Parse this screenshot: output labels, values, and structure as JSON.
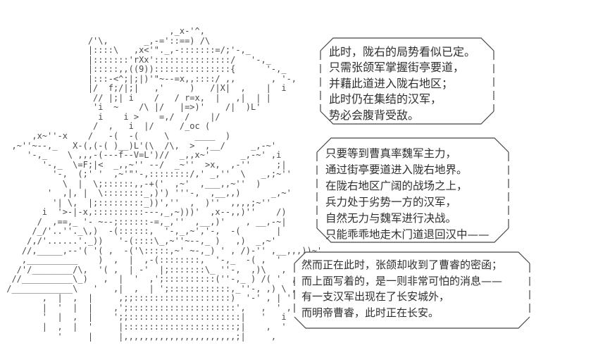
{
  "scene": {
    "background_color": "#ffffff",
    "ink_color": "#2e2e2e",
    "art_color": "#4a4a4a"
  },
  "ascii_art": {
    "description": "ascii-art-warrior-character",
    "lines": [
      "                                 ,_x-'^,",
      "                 /'\\,       _,-='::==) /\\",
      "                 |::::\\   ,x<'\"._,-:::::::=/;'-,_",
      "                 |:::::::'rXx':::::::::::::::/   '-,_",
      "                 |:::::,,((9)):::::::::::::::{      '-,_",
      "                 |:::-<^;|;|)'\"~--=x,,::::/ ,,       , '-,",
      "                 |/  f;/|;|   ,'     )   /|X|  ,    |  i",
      "                  // |;| i    /   / r=x,  |   ,|  | |",
      "                  'i  ~    /\\ |/   |=>)'    /|  )L'",
      "                   i    i >    =,/  /    |/",
      "                  /  ,   i  |/     /_oc (",
      "      ,x~''-x    /   -(  -(     \\     ____  )",
      "  ,~''~--,_   X-(,(-( )__)L'(\\  /\\,  >  ,__/     _,-~'",
      "     '-,_    \\ ,,,-(---f--V=L')//  _,,x~'      _,-~' ,i",
      "        '-,_  \\=F;|<  _,,~'' --/  _~''  >x,  ,-''     ;|",
      "          '-,  (;' '  ,~'\"'-,::::::::/,' _,''  \\   _,;~''",
      "            \\  |  \\;::::::,,-+('  ,~'  ,___,,~''  )",
      "         '  ,|, |  \\::::::::_,)') '''-,  ,__,,)      _,~'",
      "          '| \\,  |;:::::::::_))',''  ,  )''  ,,,,;~''",
      "        i  '>-|-x,::::::::::---,_,~)))'  ,x--,,)''    /)",
      "       /  ,==,_ '- ~--;::::::-=,_,''  ,__,)'    , __,-~|",
      "      /_/'..''._\\,)  -(::::::,  '-,_,~','-,  -(       |",
      "     /,/'......'._))   '-(::::\\_,~''~--,_ )   ,)  _,~'",
      "    //,_____,--'( '( ,  -('\\:::::,~' ~-,_) ' , /)-'' ,__,,,))~'",
      "    ,__________    )  ,  |  ,-(::::::::,  '-,_  -( ,  '",
      "   /'/________/\\,  '( ,  | -'  |;:::::::\\_ ''-,  ,)\\   ,  i",
      "  //__________\\_)   ,  |  '  ,';::::::::::(''-,_ ) /( '  ,",
      " /____________\\   '   ,|  ,  | ';::::::::::::,_''-, ,) \\ ,",
      "        ,  |  ,  |     ,;;:::::::::::::::::::)  '-' , | '",
      "        |  '  |  |    ,';:::::::::::::::::::::',   ,  ' ,",
      "        '  |  ,  |    ';;::::::::::::::::::::::|   '   i",
      "        |  ,  |  '     |::::::::::::::::::::::;|    ,  '",
      "           '     |     |,,,,,,,,,,,,,,,,,,,,,,;|     ,"
    ]
  },
  "bubbles": [
    {
      "id": "bubble-1",
      "lines": [
        "此时，陇右的局势看似已定。",
        "只需张颌军掌握街亭要道，",
        "并藉此道进入陇右地区；",
        "此时仍在集结的汉军，",
        "势必会腹背受敌。"
      ]
    },
    {
      "id": "bubble-2",
      "lines": [
        "只要等到曹真率魏军主力，",
        "通过街亭要道进入陇右地界。",
        "在陇右地区广阔的战场之上，",
        "兵力处于劣势一方的汉军，",
        "自然无力与魏军进行决战。",
        "只能乖乖地走木门道退回汉中——"
      ]
    },
    {
      "id": "bubble-3",
      "lines": [
        "然而正在此时，张颌却收到了曹睿的密函；",
        "而上面写着的，是一则非常可怕的消息——",
        "有一支汉军出现在了长安城外，",
        "而明帝曹睿，此时正在长安。"
      ]
    }
  ]
}
